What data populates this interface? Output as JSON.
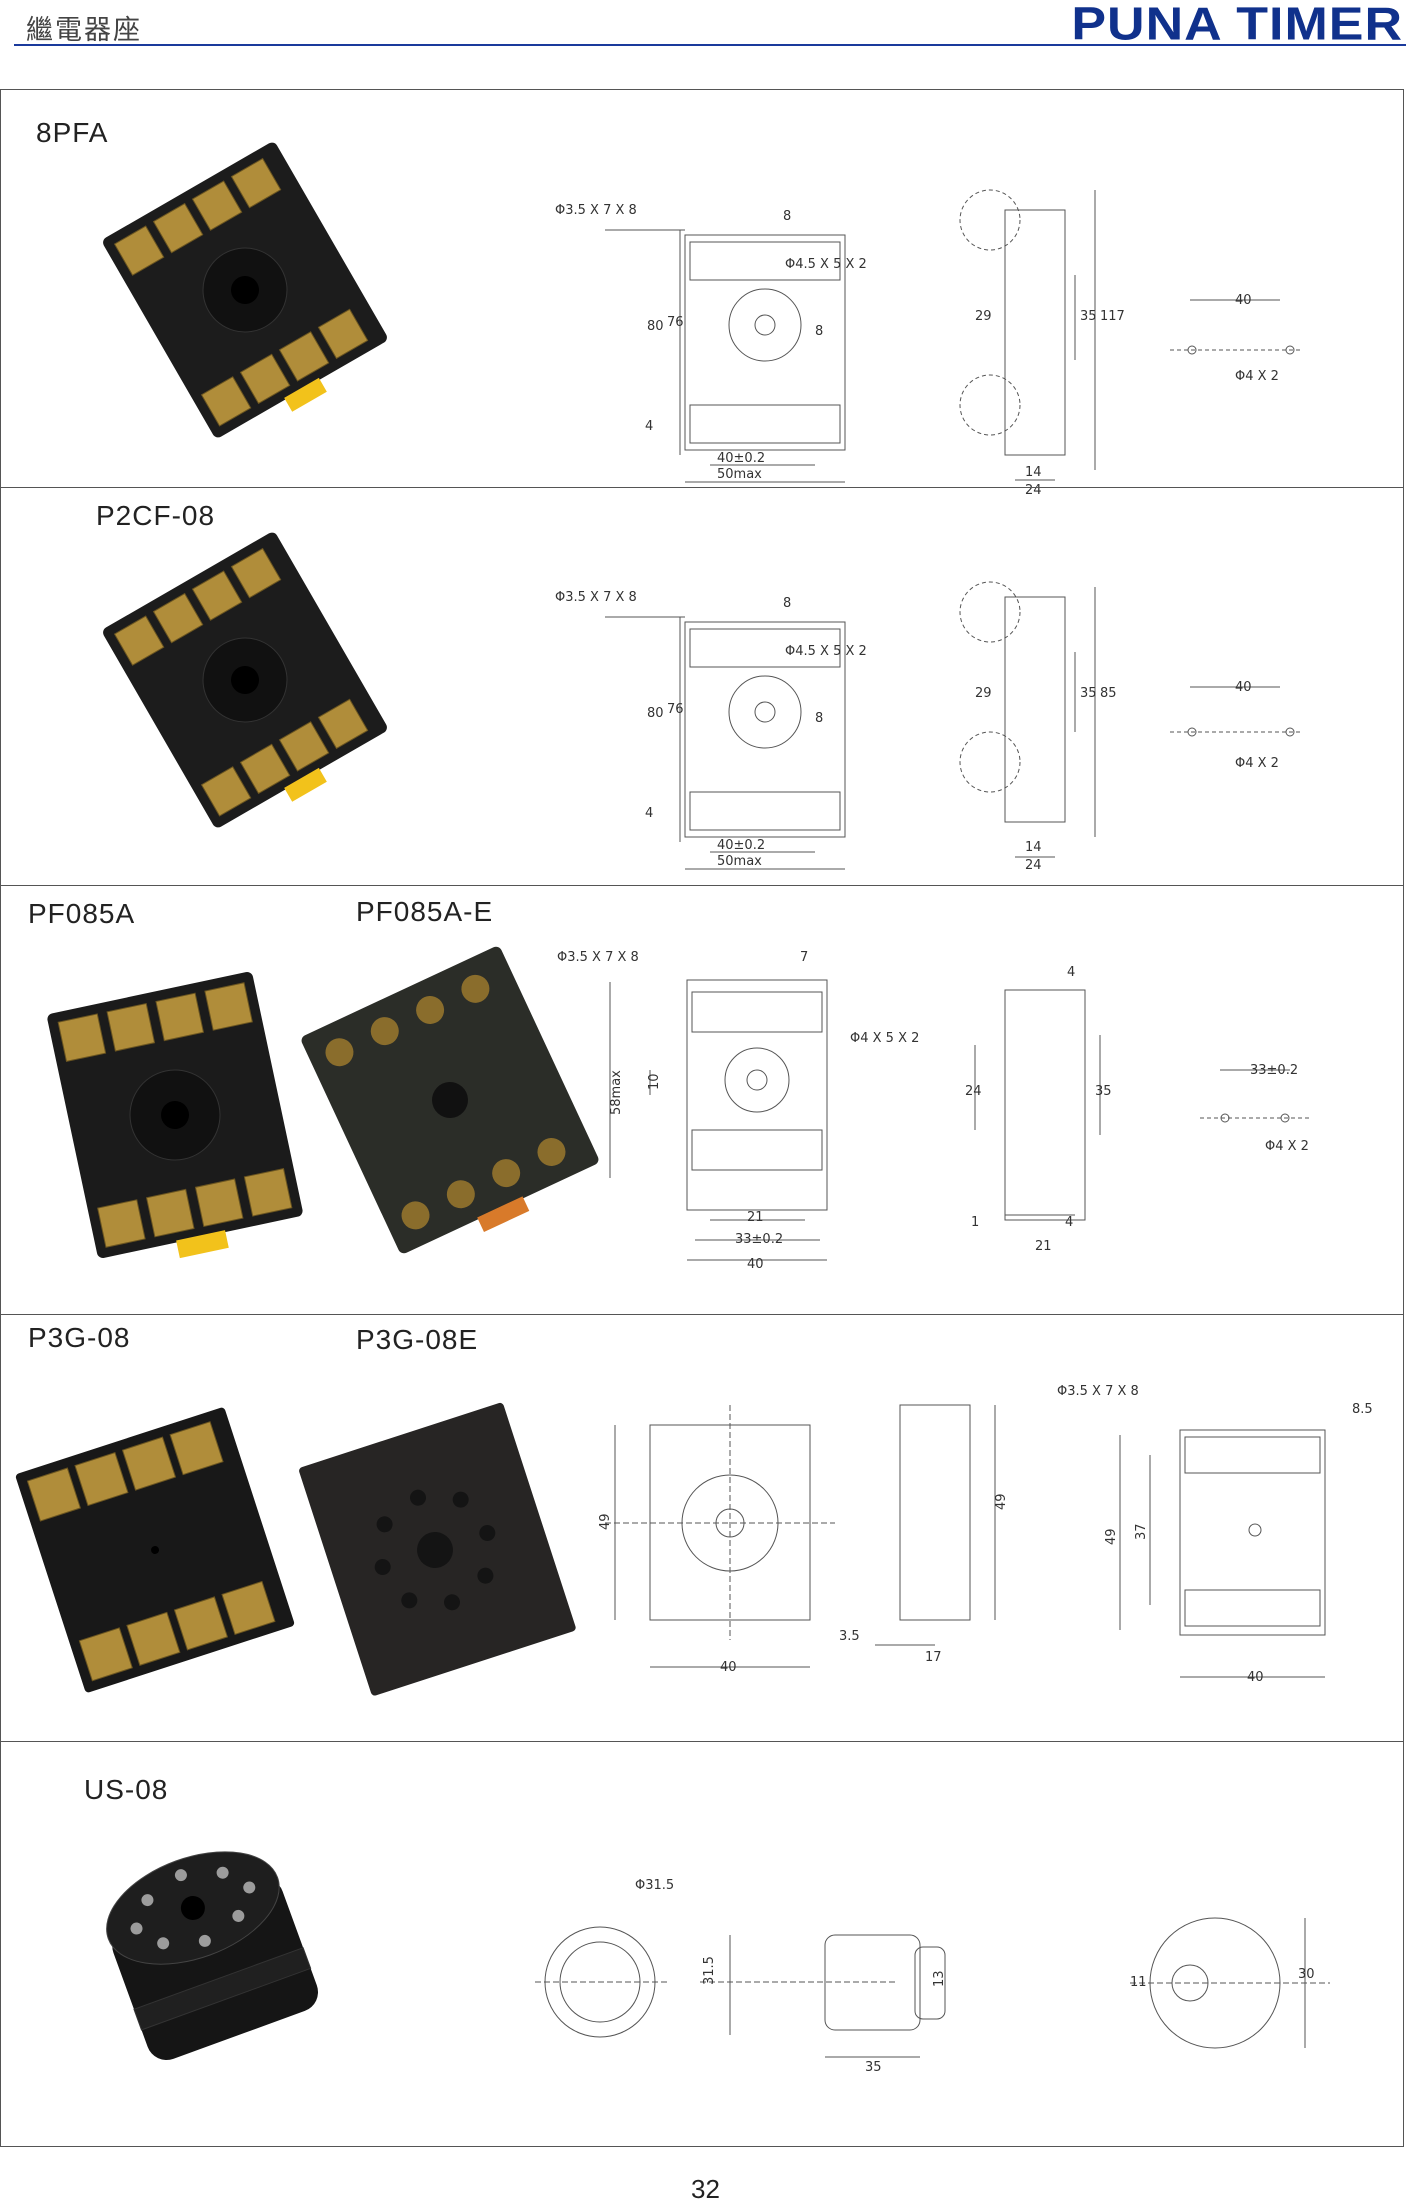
{
  "header": {
    "title_cn": "繼電器座",
    "brand": "PUNA   TIMER"
  },
  "rows": [
    {
      "models": [
        "8PFA"
      ],
      "dims": {
        "hole": "Φ3.5 X 7 X 8",
        "screw": "Φ4.5 X 5 X 2",
        "w8": "8",
        "h80": "80",
        "h76": "76",
        "v8": "8",
        "v4": "4",
        "pitch": "40±0.2",
        "max": "50max",
        "s29": "29",
        "s35": "35",
        "s117": "117",
        "s14": "14",
        "s24": "24",
        "m40": "40",
        "mhole": "Φ4 X 2"
      }
    },
    {
      "models": [
        "P2CF-08"
      ],
      "dims": {
        "hole": "Φ3.5 X 7 X 8",
        "screw": "Φ4.5 X 5 X 2",
        "w8": "8",
        "h80": "80",
        "h76": "76",
        "v8": "8",
        "v4": "4",
        "pitch": "40±0.2",
        "max": "50max",
        "s29": "29",
        "s35": "35",
        "s117": "85",
        "s14": "14",
        "s24": "24",
        "m40": "40",
        "mhole": "Φ4 X 2"
      }
    },
    {
      "models": [
        "PF085A",
        "PF085A-E"
      ],
      "dims": {
        "hole": "Φ3.5 X 7 X 8",
        "screw": "Φ4 X 5 X 2",
        "w7": "7",
        "h58": "58max",
        "v10": "10",
        "b21": "21",
        "b33": "33±0.2",
        "b40": "40",
        "s4a": "4",
        "s24": "24",
        "s35": "35",
        "s1": "1",
        "s4b": "4",
        "s21": "21",
        "m33": "33±0.2",
        "mhole": "Φ4 X 2"
      }
    },
    {
      "models": [
        "P3G-08",
        "P3G-08E"
      ],
      "dims": {
        "f49": "49",
        "f40": "40",
        "s49": "49",
        "s35": "3.5",
        "s17": "17",
        "hole": "Φ3.5 X 7 X 8",
        "w85": "8.5",
        "t49": "49",
        "t37": "37",
        "t40": "40"
      }
    },
    {
      "models": [
        "US-08"
      ],
      "dims": {
        "d315": "Φ31.5",
        "s315": "31.5",
        "s13": "13",
        "s35": "35",
        "r11": "11",
        "r30": "30"
      }
    }
  ],
  "footer": {
    "page_number": "32"
  }
}
